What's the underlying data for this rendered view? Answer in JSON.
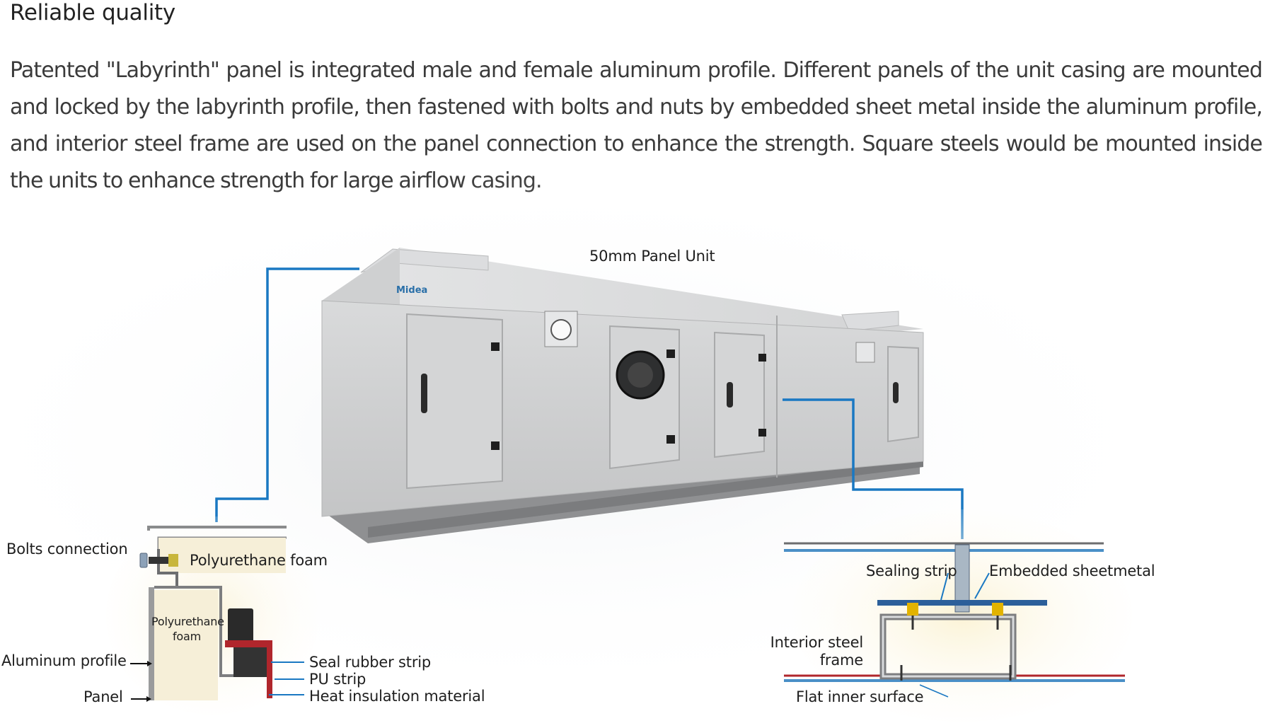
{
  "section": {
    "title": "Reliable quality",
    "paragraph": "Patented \"Labyrinth\" panel is integrated male and female aluminum profile. Different panels of the unit casing are mounted and locked by the labyrinth profile, then fastened with bolts and nuts by embedded sheet metal inside the aluminum profile, and interior steel frame are used on the panel connection to enhance the strength. Square steels would be mounted inside the units to enhance strength for large airflow casing."
  },
  "unit": {
    "caption": "50mm Panel Unit",
    "brand": "Midea"
  },
  "left_detail": {
    "bolts_connection": "Bolts connection",
    "polyurethane_foam_top": "Polyurethane foam",
    "polyurethane_foam_inner_line1": "Polyurethane",
    "polyurethane_foam_inner_line2": "foam",
    "aluminum_profile": "Aluminum profile",
    "panel": "Panel",
    "seal_rubber_strip": "Seal rubber strip",
    "pu_strip": "PU strip",
    "heat_insulation_material": "Heat insulation material"
  },
  "right_detail": {
    "sealing_strip": "Sealing strip",
    "embedded_sheetmetal": "Embedded sheetmetal",
    "interior_steel_frame_line1": "Interior steel",
    "interior_steel_frame_line2": "frame",
    "flat_inner_surface": "Flat inner surface"
  },
  "colors": {
    "leader_blue": "#1a78c2",
    "casing_grey": "#c9cacb",
    "foam_cream": "#f6efd8",
    "seal_red": "#b0262c",
    "seal_yellow": "#e2b300"
  }
}
